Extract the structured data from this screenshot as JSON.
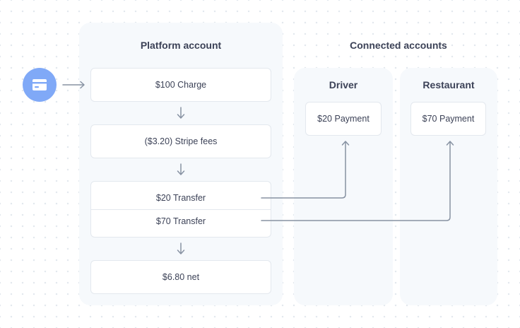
{
  "platform": {
    "title": "Platform account",
    "charge": "$100 Charge",
    "fees": "($3.20) Stripe fees",
    "transfer_driver": "$20 Transfer",
    "transfer_restaurant": "$70 Transfer",
    "net": "$6.80 net"
  },
  "connected": {
    "heading": "Connected accounts",
    "driver": {
      "title": "Driver",
      "payment": "$20 Payment"
    },
    "restaurant": {
      "title": "Restaurant",
      "payment": "$70 Payment"
    }
  },
  "icons": {
    "customer": "credit-card-icon"
  },
  "colors": {
    "panel_bg": "#f6f9fc",
    "card_border": "#e3e8ee",
    "icon_circle": "#80a9f7",
    "arrow": "#8792a2",
    "text": "#3c4257"
  }
}
